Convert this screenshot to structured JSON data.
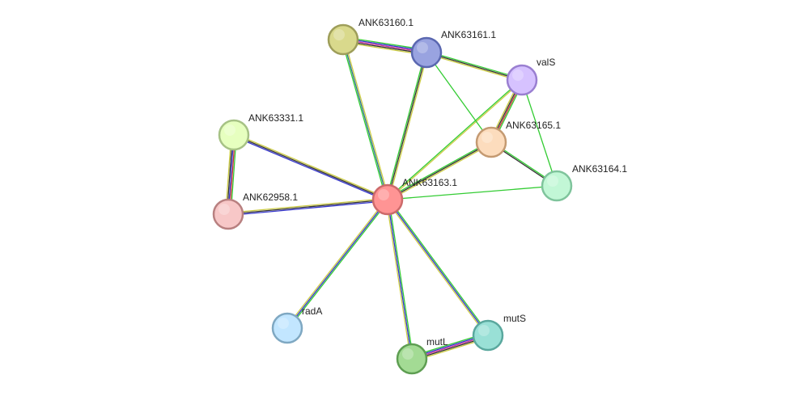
{
  "graph": {
    "nodes": [
      {
        "id": "ANK63163.1",
        "label": "ANK63163.1",
        "fill": "#ff9494",
        "stroke": "#cc6a6a"
      },
      {
        "id": "ANK63160.1",
        "label": "ANK63160.1",
        "fill": "#d9d98c",
        "stroke": "#9e9e5a"
      },
      {
        "id": "ANK63161.1",
        "label": "ANK63161.1",
        "fill": "#99a3e0",
        "stroke": "#5a67b0"
      },
      {
        "id": "valS",
        "label": "valS",
        "fill": "#d6c2ff",
        "stroke": "#9a7fd1"
      },
      {
        "id": "ANK63165.1",
        "label": "ANK63165.1",
        "fill": "#fcdcbd",
        "stroke": "#c49a72"
      },
      {
        "id": "ANK63164.1",
        "label": "ANK63164.1",
        "fill": "#c2f7d6",
        "stroke": "#7fc49c"
      },
      {
        "id": "ANK63331.1",
        "label": "ANK63331.1",
        "fill": "#e6ffbf",
        "stroke": "#a6c285"
      },
      {
        "id": "ANK62958.1",
        "label": "ANK62958.1",
        "fill": "#f7c7c7",
        "stroke": "#b88080"
      },
      {
        "id": "radA",
        "label": "radA",
        "fill": "#c2e6ff",
        "stroke": "#7fa8c2"
      },
      {
        "id": "mutL",
        "label": "mutL",
        "fill": "#a3db94",
        "stroke": "#5e9e52"
      },
      {
        "id": "mutS",
        "label": "mutS",
        "fill": "#99e0d6",
        "stroke": "#5aa89e"
      }
    ],
    "edges": [
      {
        "source": "ANK63163.1",
        "target": "ANK63160.1",
        "colors": [
          "#33cc33",
          "#2f6f8f",
          "#cccc44"
        ]
      },
      {
        "source": "ANK63163.1",
        "target": "ANK63161.1",
        "colors": [
          "#33cc33",
          "#333333",
          "#cccc44"
        ]
      },
      {
        "source": "ANK63163.1",
        "target": "valS",
        "colors": [
          "#33cc33",
          "#cccc44"
        ]
      },
      {
        "source": "ANK63163.1",
        "target": "ANK63165.1",
        "colors": [
          "#33cc33",
          "#333333",
          "#cccc44"
        ]
      },
      {
        "source": "ANK63163.1",
        "target": "ANK63164.1",
        "colors": [
          "#33cc33"
        ]
      },
      {
        "source": "ANK63163.1",
        "target": "ANK63331.1",
        "colors": [
          "#3333cc",
          "#333333",
          "#cccc44"
        ]
      },
      {
        "source": "ANK63163.1",
        "target": "ANK62958.1",
        "colors": [
          "#3333cc",
          "#333333",
          "#cccc44"
        ]
      },
      {
        "source": "ANK63163.1",
        "target": "radA",
        "colors": [
          "#33cc33",
          "#3333cc",
          "#cccc44"
        ]
      },
      {
        "source": "ANK63163.1",
        "target": "mutL",
        "colors": [
          "#33cc33",
          "#3333cc",
          "#cccc44"
        ]
      },
      {
        "source": "ANK63163.1",
        "target": "mutS",
        "colors": [
          "#33cc33",
          "#3333cc",
          "#cccc44"
        ]
      },
      {
        "source": "ANK63160.1",
        "target": "ANK63161.1",
        "colors": [
          "#33cc33",
          "#3333cc",
          "#cc3399",
          "#333333",
          "#cccc44"
        ]
      },
      {
        "source": "ANK63161.1",
        "target": "valS",
        "colors": [
          "#33cc33",
          "#333333",
          "#cccc44"
        ]
      },
      {
        "source": "ANK63161.1",
        "target": "ANK63165.1",
        "colors": [
          "#33cc33"
        ]
      },
      {
        "source": "valS",
        "target": "ANK63165.1",
        "colors": [
          "#33cc33",
          "#cc3333",
          "#333333",
          "#cccc44"
        ]
      },
      {
        "source": "valS",
        "target": "ANK63164.1",
        "colors": [
          "#33cc33"
        ]
      },
      {
        "source": "ANK63165.1",
        "target": "ANK63164.1",
        "colors": [
          "#33cc33",
          "#333333"
        ]
      },
      {
        "source": "ANK63331.1",
        "target": "ANK62958.1",
        "colors": [
          "#33cc33",
          "#cc3333",
          "#3333cc",
          "#333333",
          "#cccc44"
        ]
      },
      {
        "source": "mutL",
        "target": "mutS",
        "colors": [
          "#33cc33",
          "#3333cc",
          "#cc3399",
          "#333333",
          "#cccc44"
        ]
      }
    ]
  }
}
